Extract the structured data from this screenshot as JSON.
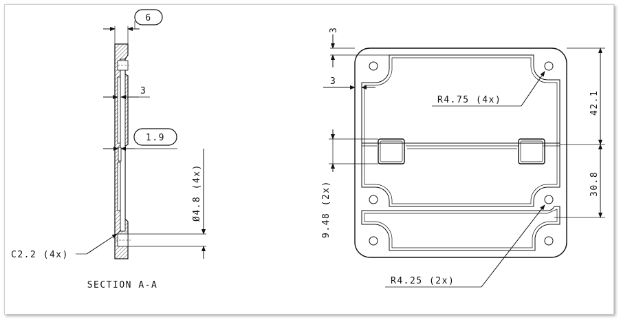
{
  "side_view": {
    "dim_thickness": "6",
    "dim_wall": "3",
    "dim_step": "1.9",
    "dim_hole": "Ø4.8 (4x)",
    "dim_chamfer": "C2.2 (4x)",
    "section_label": "SECTION A-A"
  },
  "plan_view": {
    "dim_top_offset": "3",
    "dim_left_offset": "3",
    "dim_corner_radius": "R4.75 (4x)",
    "dim_upper_height": "42.1",
    "dim_lower_height": "30.8",
    "dim_slot": "9.48 (2x)",
    "dim_small_radius": "R4.25 (2x)"
  },
  "colors": {
    "line": "#111111",
    "hatch": "#222222",
    "frame_border": "#cfcfcf"
  }
}
